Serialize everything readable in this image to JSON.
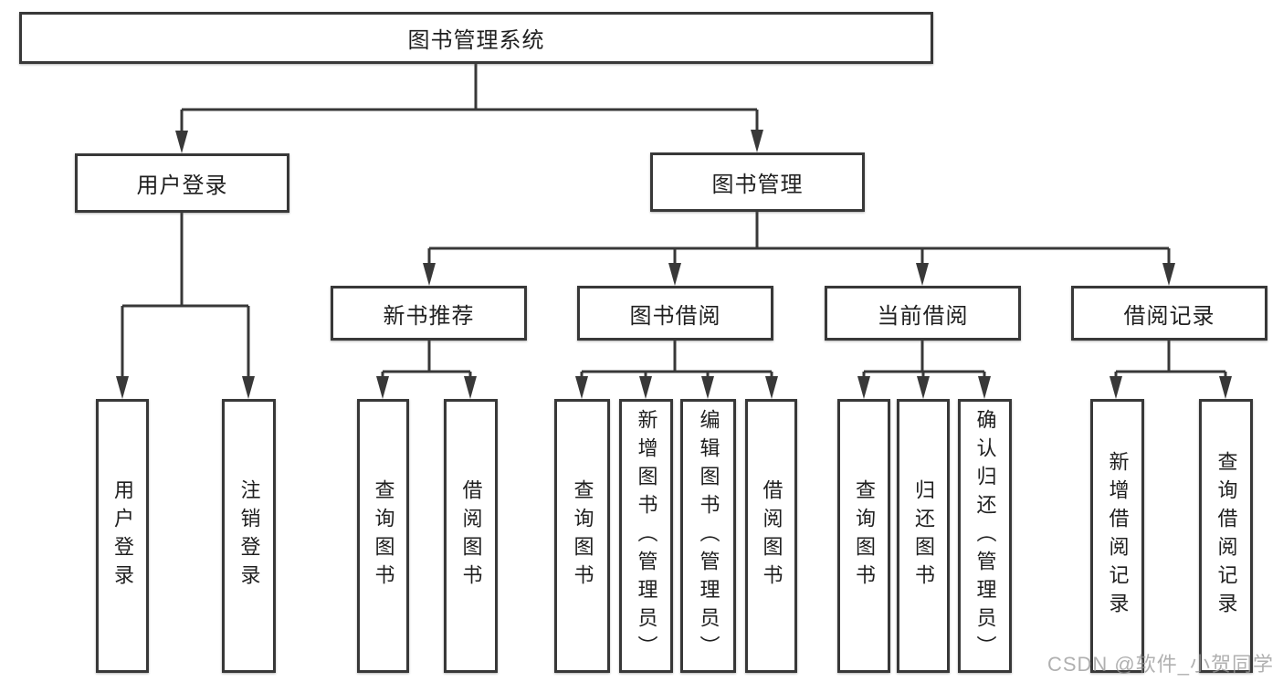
{
  "diagram": {
    "type": "tree-diagram",
    "colors": {
      "background": "#ffffff",
      "line": "#383838",
      "box_border": "#383838",
      "text": "#1f1f1f",
      "watermark": "#969696"
    },
    "watermark": "CSDN @软件_小贺同学"
  },
  "nodes": {
    "root": {
      "label": "图书管理系统"
    },
    "user_login": {
      "label": "用户登录"
    },
    "book_mgmt": {
      "label": "图书管理"
    },
    "new_book_rec": {
      "label": "新书推荐"
    },
    "book_borrow": {
      "label": "图书借阅"
    },
    "current_borrow": {
      "label": "当前借阅"
    },
    "borrow_record": {
      "label": "借阅记录"
    },
    "leaf_user_login": {
      "label": "用户登录"
    },
    "leaf_logout": {
      "label": "注销登录"
    },
    "leaf_nb_query": {
      "label": "查询图书"
    },
    "leaf_nb_borrow": {
      "label": "借阅图书"
    },
    "leaf_bb_query": {
      "label": "查询图书"
    },
    "leaf_bb_add": {
      "label": "新增图书（管理员）"
    },
    "leaf_bb_edit": {
      "label": "编辑图书（管理员）"
    },
    "leaf_bb_borrow": {
      "label": "借阅图书"
    },
    "leaf_cb_query": {
      "label": "查询图书"
    },
    "leaf_cb_return": {
      "label": "归还图书"
    },
    "leaf_cb_confirm": {
      "label": "确认归还（管理员）"
    },
    "leaf_br_add": {
      "label": "新增借阅记录"
    },
    "leaf_br_query": {
      "label": "查询借阅记录"
    }
  },
  "hierarchy": {
    "图书管理系统": {
      "用户登录": [
        "用户登录",
        "注销登录"
      ],
      "图书管理": {
        "新书推荐": [
          "查询图书",
          "借阅图书"
        ],
        "图书借阅": [
          "查询图书",
          "新增图书（管理员）",
          "编辑图书（管理员）",
          "借阅图书"
        ],
        "当前借阅": [
          "查询图书",
          "归还图书",
          "确认归还（管理员）"
        ],
        "借阅记录": [
          "新增借阅记录",
          "查询借阅记录"
        ]
      }
    }
  }
}
